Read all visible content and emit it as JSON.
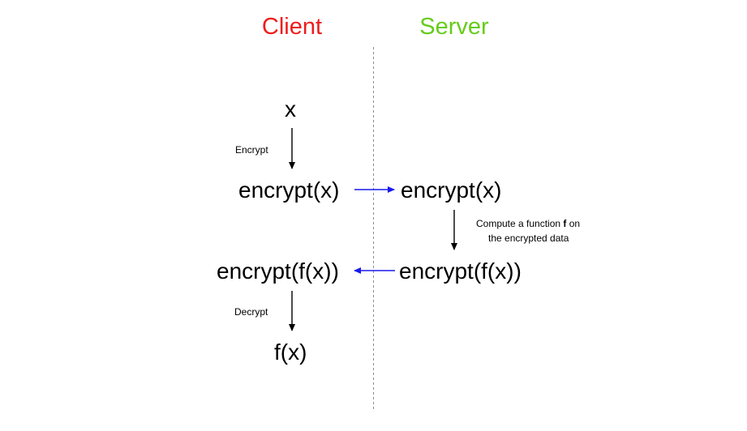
{
  "headers": {
    "client": "Client",
    "server": "Server",
    "client_color": "#ee1c1c",
    "server_color": "#66cc1a"
  },
  "client": {
    "x": "x",
    "encrypt_label": "Encrypt",
    "encrypted_x": "encrypt(x)",
    "encrypted_fx": "encrypt(f(x))",
    "decrypt_label": "Decrypt",
    "fx": "f(x)"
  },
  "server": {
    "encrypted_x": "encrypt(x)",
    "compute_label_pre": "Compute a function ",
    "compute_label_bold": "f",
    "compute_label_post": " on",
    "compute_label_line2": "the encrypted data",
    "encrypted_fx": "encrypt(f(x))"
  },
  "colors": {
    "divider": "#888888",
    "transfer_arrow": "#1a1aee",
    "flow_arrow": "#000000"
  }
}
